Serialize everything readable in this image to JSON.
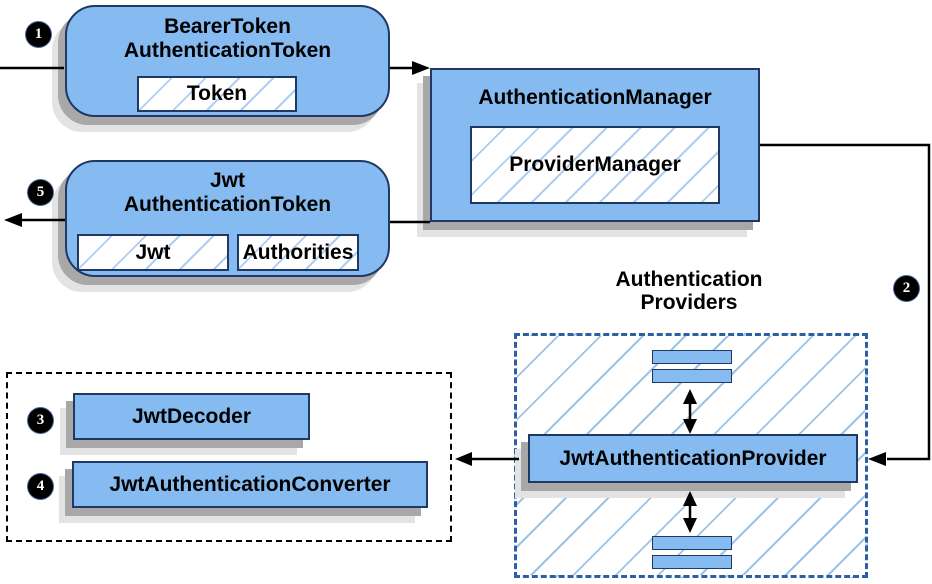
{
  "badges": {
    "step1": "1",
    "step2": "2",
    "step3": "3",
    "step4": "4",
    "step5": "5"
  },
  "nodes": {
    "bearer_token": {
      "title_line1": "BearerToken",
      "title_line2": "AuthenticationToken",
      "chip": "Token"
    },
    "authentication_manager": {
      "title": "AuthenticationManager",
      "chip": "ProviderManager"
    },
    "jwt_authentication_token": {
      "title_line1": "Jwt",
      "title_line2": "AuthenticationToken",
      "chip_jwt": "Jwt",
      "chip_authorities": "Authorities"
    },
    "authentication_providers": {
      "label_line1": "Authentication",
      "label_line2": "Providers"
    },
    "jwt_authentication_provider": {
      "title": "JwtAuthenticationProvider"
    },
    "jwt_decoder": {
      "title": "JwtDecoder"
    },
    "jwt_authentication_converter": {
      "title": "JwtAuthenticationConverter"
    }
  },
  "colors": {
    "node_fill": "#85bbf0",
    "node_border": "#1f3864",
    "chip_hatch_line": "#aecdf0",
    "providers_hatch_line": "#9cc2e8",
    "providers_dash_border": "#2e5fa3",
    "helpers_dash_border": "#000000",
    "shadow_dark": "#a8a8a8",
    "shadow_light": "#e3e3e3",
    "arrow": "#000000",
    "badge_fill": "#000000",
    "badge_text": "#ffffff"
  }
}
